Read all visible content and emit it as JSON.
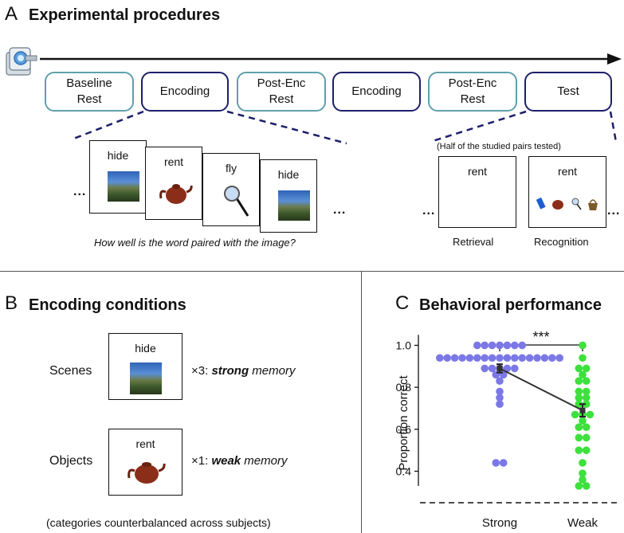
{
  "panelA": {
    "letter": "A",
    "title": "Experimental procedures",
    "phases": [
      {
        "label_line1": "Baseline",
        "label_line2": "Rest",
        "kind": "rest"
      },
      {
        "label_line1": "Encoding",
        "label_line2": "",
        "kind": "encoding"
      },
      {
        "label_line1": "Post-Enc",
        "label_line2": "Rest",
        "kind": "rest"
      },
      {
        "label_line1": "Encoding",
        "label_line2": "",
        "kind": "encoding"
      },
      {
        "label_line1": "Post-Enc",
        "label_line2": "Rest",
        "kind": "rest"
      },
      {
        "label_line1": "Test",
        "label_line2": "",
        "kind": "encoding"
      }
    ],
    "encoding_cards": [
      "hide",
      "rent",
      "fly",
      "hide"
    ],
    "ellipsis": "...",
    "encoding_question": "How well is the word paired with the image?",
    "test_note": "(Half of the studied pairs tested)",
    "test_cards": [
      {
        "word": "rent",
        "caption": "Retrieval"
      },
      {
        "word": "rent",
        "caption": "Recognition"
      }
    ],
    "scanner_icon": "mri-scanner-icon"
  },
  "panelB": {
    "letter": "B",
    "title": "Encoding conditions",
    "conditions": [
      {
        "category": "Scenes",
        "word": "hide",
        "multiplier": "×3: ",
        "strength": "strong",
        "suffix": " memory"
      },
      {
        "category": "Objects",
        "word": "rent",
        "multiplier": "×1: ",
        "strength": "weak",
        "suffix": " memory"
      }
    ],
    "note": "(categories counterbalanced across subjects)"
  },
  "panelC": {
    "letter": "C",
    "title": "Behavioral performance"
  },
  "colors": {
    "rest_border": "#5fa0ad",
    "encoding_border": "#1c1f6b",
    "dashed_line": "#1c1f6b",
    "strong_points": "#7b78e6",
    "weak_points": "#3de03d",
    "mean_line": "#333333"
  },
  "chart_data": {
    "type": "scatter",
    "title": "Behavioral performance",
    "xlabel": "",
    "ylabel": "Proportion correct",
    "categories": [
      "Strong",
      "Weak"
    ],
    "ylim": [
      0.25,
      1.07
    ],
    "yticks": [
      "1.0",
      "0.8",
      "0.6",
      "0.4"
    ],
    "significance": "***",
    "chance_level": 0.25,
    "series": [
      {
        "category": "Strong",
        "values": [
          1.0,
          1.0,
          1.0,
          1.0,
          1.0,
          1.0,
          1.0,
          0.94,
          0.94,
          0.94,
          0.94,
          0.94,
          0.94,
          0.94,
          0.94,
          0.94,
          0.94,
          0.94,
          0.94,
          0.94,
          0.94,
          0.94,
          0.94,
          0.94,
          0.89,
          0.89,
          0.89,
          0.89,
          0.89,
          0.86,
          0.86,
          0.83,
          0.78,
          0.75,
          0.72,
          0.44,
          0.44
        ],
        "mean": 0.89,
        "sem": 0.02
      },
      {
        "category": "Weak",
        "values": [
          1.0,
          0.94,
          0.89,
          0.89,
          0.86,
          0.83,
          0.83,
          0.78,
          0.78,
          0.75,
          0.75,
          0.72,
          0.72,
          0.67,
          0.67,
          0.67,
          0.64,
          0.61,
          0.61,
          0.56,
          0.56,
          0.5,
          0.5,
          0.44,
          0.39,
          0.36,
          0.33,
          0.33
        ],
        "mean": 0.69,
        "sem": 0.03
      }
    ]
  }
}
